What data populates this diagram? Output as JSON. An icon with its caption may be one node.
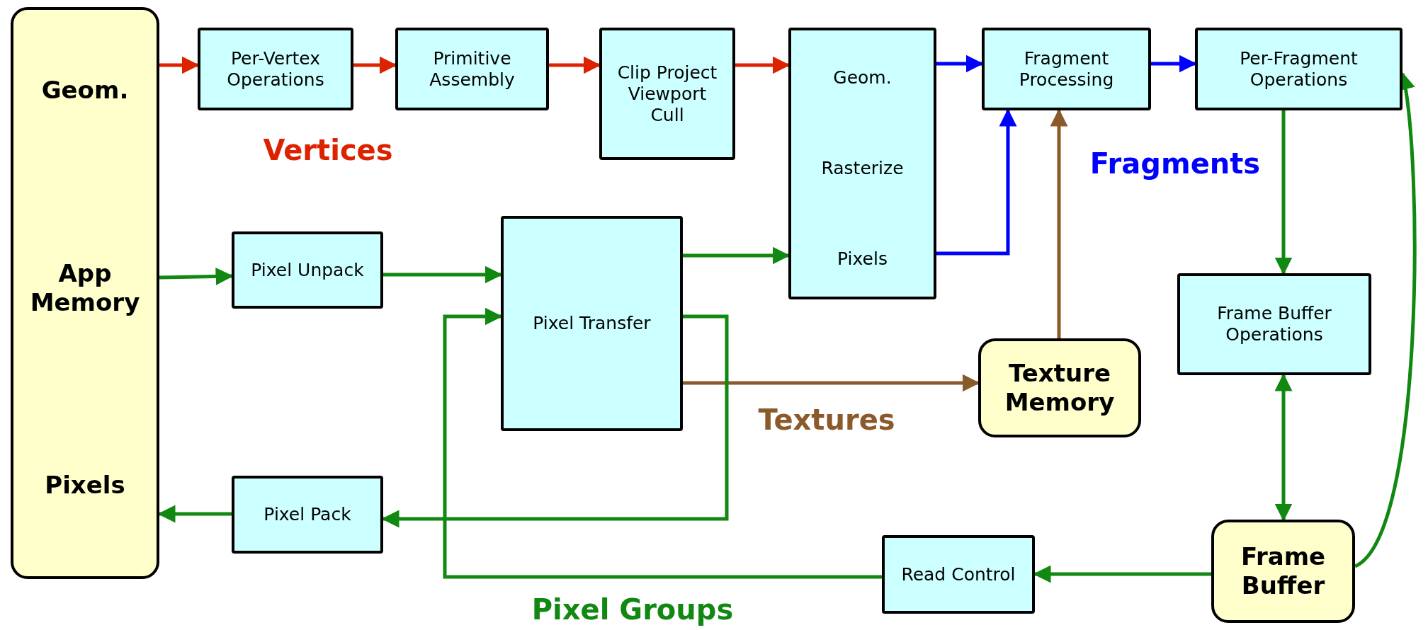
{
  "diagram": {
    "nodes": [
      {
        "text": [
          "Geom.",
          "App Memory",
          "Pixels"
        ]
      },
      {
        "text": [
          "Per-Vertex Operations"
        ]
      },
      {
        "text": [
          "Primitive Assembly"
        ]
      },
      {
        "text": [
          "Clip Project Viewport Cull"
        ]
      },
      {
        "text": [
          "Geom.",
          "Rasterize",
          "Pixels"
        ]
      },
      {
        "text": [
          "Fragment Processing"
        ]
      },
      {
        "text": [
          "Per-Fragment Operations"
        ]
      },
      {
        "text": [
          "Pixel Unpack"
        ]
      },
      {
        "text": [
          "Pixel Transfer"
        ]
      },
      {
        "text": [
          "Texture Memory"
        ]
      },
      {
        "text": [
          "Frame Buffer Operations"
        ]
      },
      {
        "text": [
          "Pixel Pack"
        ]
      },
      {
        "text": [
          "Read Control"
        ]
      },
      {
        "text": [
          "Frame Buffer"
        ]
      }
    ],
    "edges": [
      {
        "from": 0,
        "to": 1,
        "arrow": "to",
        "color": "#dd2200"
      },
      {
        "from": 1,
        "to": 2,
        "arrow": "to",
        "color": "#dd2200"
      },
      {
        "from": 2,
        "to": 3,
        "arrow": "to",
        "color": "#dd2200"
      },
      {
        "from": 3,
        "to": 4,
        "arrow": "to",
        "color": "#dd2200"
      },
      {
        "from": 4,
        "to": 5,
        "arrow": "to",
        "color": "#0000ff"
      },
      {
        "from": 5,
        "to": 6,
        "arrow": "to",
        "color": "#0000ff"
      },
      {
        "from": 4,
        "to": 5,
        "arrow": "to",
        "color": "#0000ff"
      },
      {
        "from": 9,
        "to": 5,
        "arrow": "to",
        "color": "#8b5a2b"
      },
      {
        "from": 6,
        "to": 10,
        "arrow": "to"
      },
      {
        "from": 10,
        "to": 13,
        "arrow": "both"
      },
      {
        "from": 13,
        "to": 6,
        "arrow": "to"
      },
      {
        "from": 0,
        "to": 7,
        "arrow": "to"
      },
      {
        "from": 7,
        "to": 8,
        "arrow": "to"
      },
      {
        "from": 8,
        "to": 4,
        "arrow": "to"
      },
      {
        "from": 8,
        "to": 9,
        "arrow": "to",
        "color": "#8b5a2b"
      },
      {
        "from": 8,
        "to": 11,
        "arrow": "to"
      },
      {
        "from": 11,
        "to": 0,
        "arrow": "to"
      },
      {
        "from": 13,
        "to": 12,
        "arrow": "to"
      },
      {
        "from": 12,
        "to": 8,
        "arrow": "to"
      }
    ],
    "labels": [
      "Vertices",
      "Fragments",
      "Textures",
      "Pixel Groups"
    ]
  }
}
